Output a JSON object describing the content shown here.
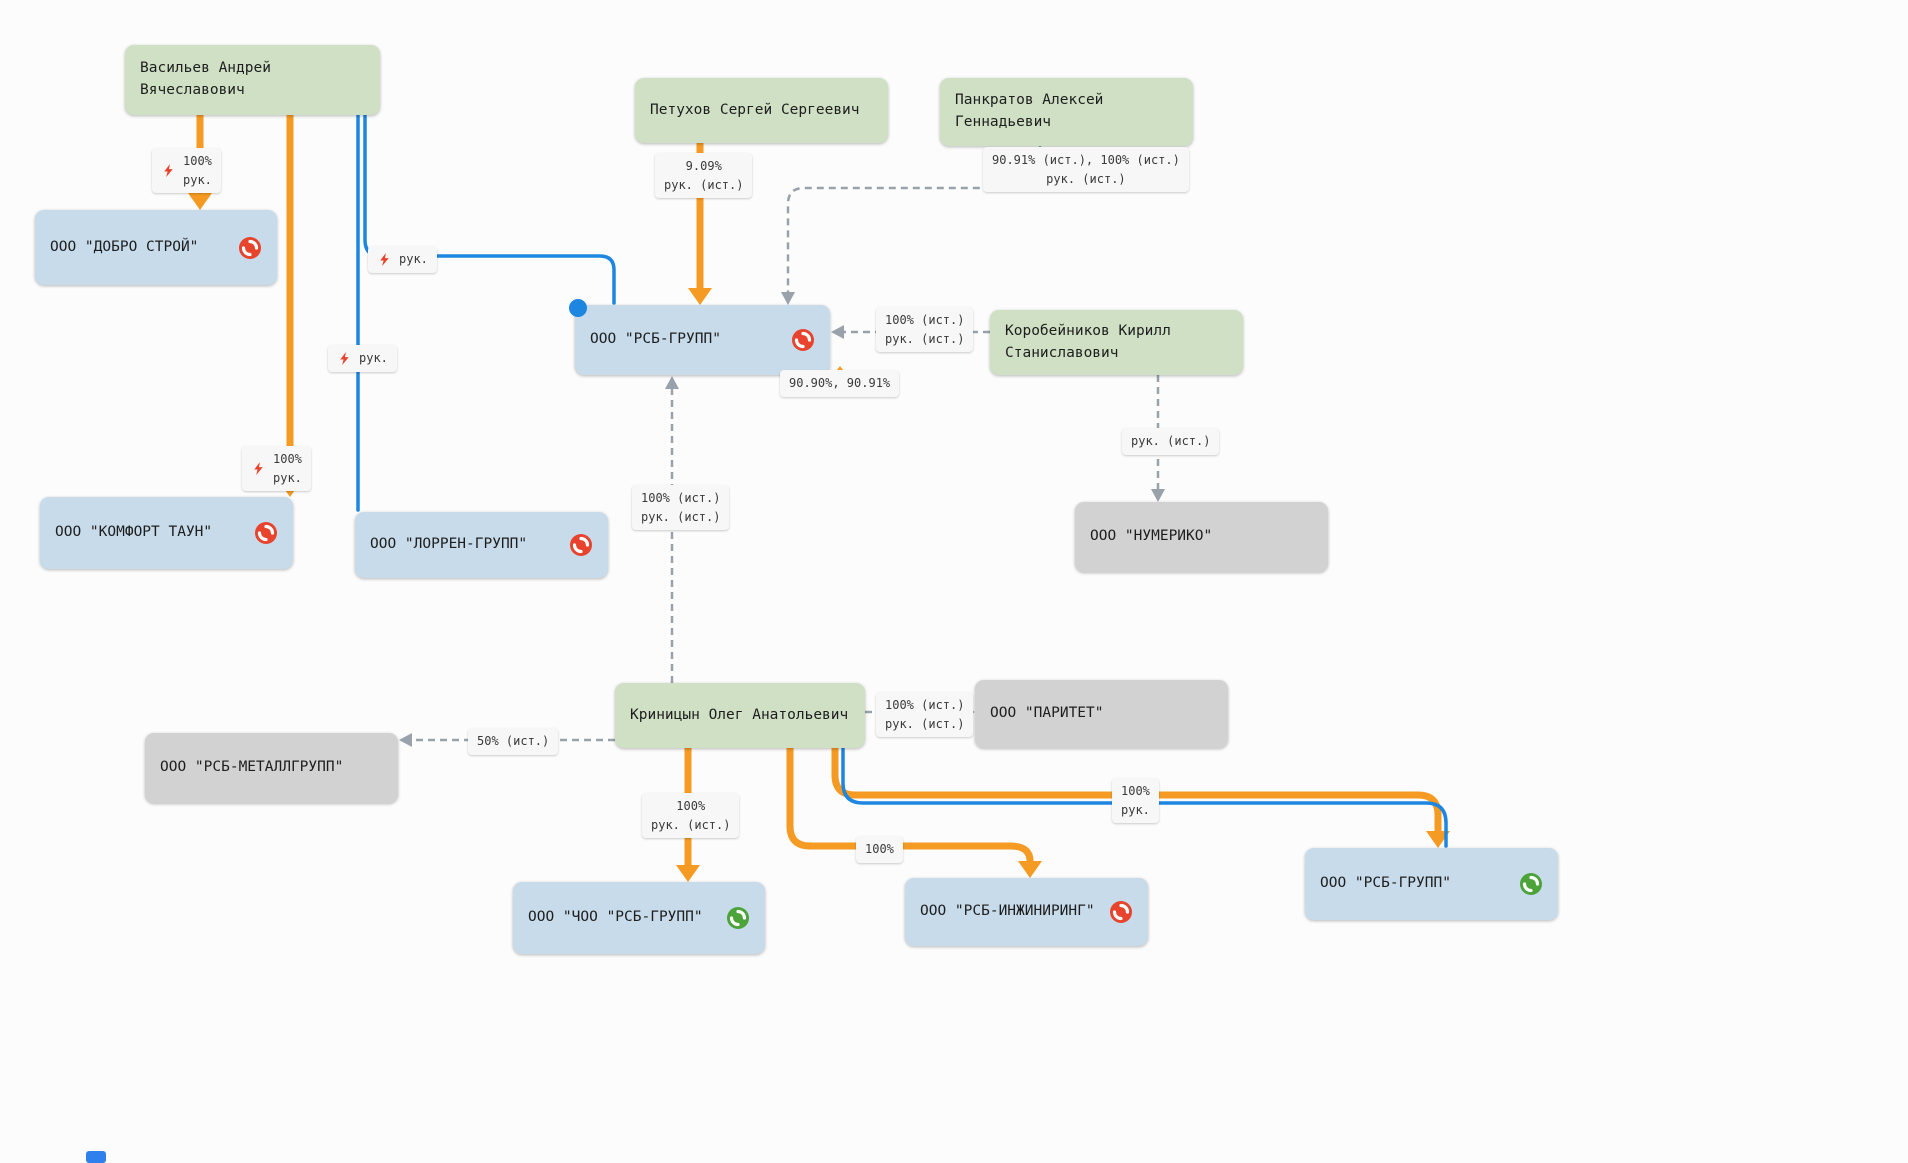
{
  "canvas": {
    "background": "#fcfcfc"
  },
  "colors": {
    "person_node": "#cfe0c5",
    "company_active_node": "#c7dbea",
    "company_inactive_node": "#d2d2d2",
    "edge_ownership_orange": "#f59a23",
    "edge_management_blue": "#1d86e0",
    "edge_historical_gray": "#99a2aa",
    "status_red": "#e8432d",
    "status_green": "#4ba33a",
    "label_background": "#f7f7f7"
  },
  "nodes": {
    "vasiliev": {
      "label": "Васильев Андрей\nВячеславович",
      "type": "person"
    },
    "petukhov": {
      "label": "Петухов Сергей Сергеевич",
      "type": "person"
    },
    "pankratov": {
      "label": "Панкратов Алексей\nГеннадьевич",
      "type": "person"
    },
    "dobro_stroy": {
      "label": "ООО \"ДОБРО СТРОЙ\"",
      "type": "company_active",
      "status": "red"
    },
    "rsb_grupp": {
      "label": "ООО \"РСБ-ГРУПП\"",
      "type": "company_active",
      "status": "red"
    },
    "korobeynikov": {
      "label": "Коробейников Кирилл\nСтаниславович",
      "type": "person"
    },
    "komfort_taun": {
      "label": "ООО \"КОМФОРТ ТАУН\"",
      "type": "company_active",
      "status": "red"
    },
    "lorren_grupp": {
      "label": "ООО \"ЛОРРЕН-ГРУПП\"",
      "type": "company_active",
      "status": "red"
    },
    "numeriko": {
      "label": "ООО \"НУМЕРИКО\"",
      "type": "company_inactive"
    },
    "krinitsyn": {
      "label": "Криницын Олег Анатольевич",
      "type": "person"
    },
    "paritet": {
      "label": "ООО \"ПАРИТЕТ\"",
      "type": "company_inactive"
    },
    "rsb_metallgrupp": {
      "label": "ООО \"РСБ-МЕТАЛЛГРУПП\"",
      "type": "company_inactive"
    },
    "choo_rsb_grupp": {
      "label": "ООО \"ЧОО \"РСБ-ГРУПП\"",
      "type": "company_active",
      "status": "green"
    },
    "rsb_inzhiniring": {
      "label": "ООО \"РСБ-ИНЖИНИРИНГ\"",
      "type": "company_active",
      "status": "red"
    },
    "rsb_grupp_2": {
      "label": "ООО \"РСБ-ГРУПП\"",
      "type": "company_active",
      "status": "green"
    }
  },
  "edge_labels": {
    "vasiliev_dobro": "100%\nрук.",
    "vasiliev_komfort": "100%\nрук.",
    "vasiliev_rsb": "рук.",
    "vasiliev_lorren": "рук.",
    "petukhov_rsb": "9.09%\nрук. (ист.)",
    "pankratov_rsb": "90.91% (ист.), 100% (ист.)\nрук. (ист.)",
    "korobeynikov_rsb": "100% (ист.)\nрук. (ист.)",
    "korobeynikov_numeriko": "рук. (ист.)",
    "krinitsyn_rsb_up": "100% (ист.)\nрук. (ист.)",
    "krinitsyn_rsb_pct": "90.90%, 90.91%",
    "krinitsyn_paritet": "100% (ист.)\nрук. (ист.)",
    "krinitsyn_metallgrupp": "50% (ист.)",
    "krinitsyn_choo": "100%\nрук. (ист.)",
    "krinitsyn_inzhiniring": "100%",
    "krinitsyn_rsb2": "100%\nрук."
  }
}
